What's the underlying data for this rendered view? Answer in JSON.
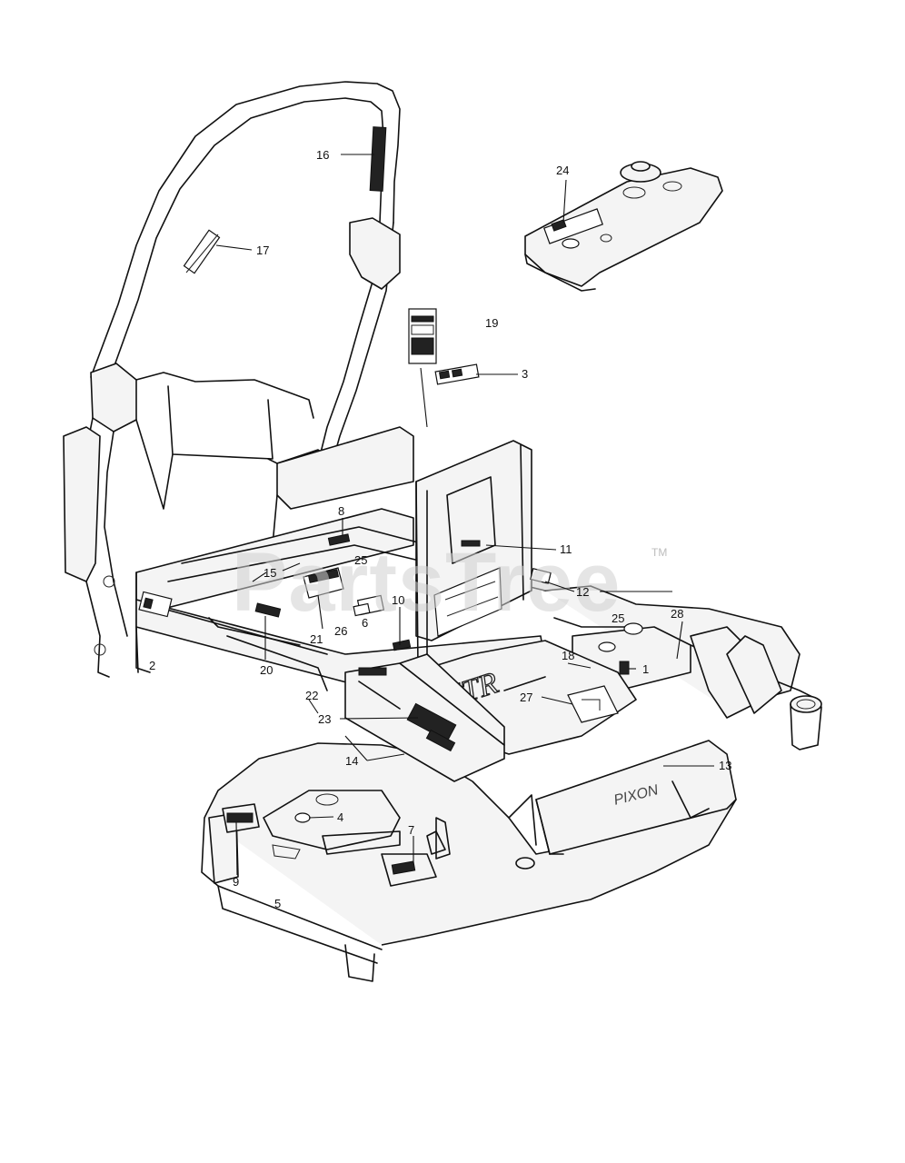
{
  "watermark": {
    "text": "PartsTree",
    "tm": "TM"
  },
  "decals": {
    "ztr_text": "ZTR",
    "brand_text": "PIXON"
  },
  "callouts": [
    {
      "id": "c1",
      "text": "1"
    },
    {
      "id": "c2",
      "text": "2"
    },
    {
      "id": "c3",
      "text": "3"
    },
    {
      "id": "c4",
      "text": "4"
    },
    {
      "id": "c5",
      "text": "5"
    },
    {
      "id": "c6",
      "text": "6"
    },
    {
      "id": "c7",
      "text": "7"
    },
    {
      "id": "c8",
      "text": "8"
    },
    {
      "id": "c9",
      "text": "9"
    },
    {
      "id": "c10",
      "text": "10"
    },
    {
      "id": "c11",
      "text": "11"
    },
    {
      "id": "c12",
      "text": "12"
    },
    {
      "id": "c13",
      "text": "13"
    },
    {
      "id": "c14",
      "text": "14"
    },
    {
      "id": "c15",
      "text": "15"
    },
    {
      "id": "c16",
      "text": "16"
    },
    {
      "id": "c17",
      "text": "17"
    },
    {
      "id": "c18",
      "text": "18"
    },
    {
      "id": "c19",
      "text": "19"
    },
    {
      "id": "c20",
      "text": "20"
    },
    {
      "id": "c21",
      "text": "21"
    },
    {
      "id": "c22",
      "text": "22"
    },
    {
      "id": "c23",
      "text": "23"
    },
    {
      "id": "c24",
      "text": "24"
    },
    {
      "id": "c25a",
      "text": "25"
    },
    {
      "id": "c25b",
      "text": "25"
    },
    {
      "id": "c26",
      "text": "26"
    },
    {
      "id": "c27",
      "text": "27"
    },
    {
      "id": "c28",
      "text": "28"
    }
  ]
}
